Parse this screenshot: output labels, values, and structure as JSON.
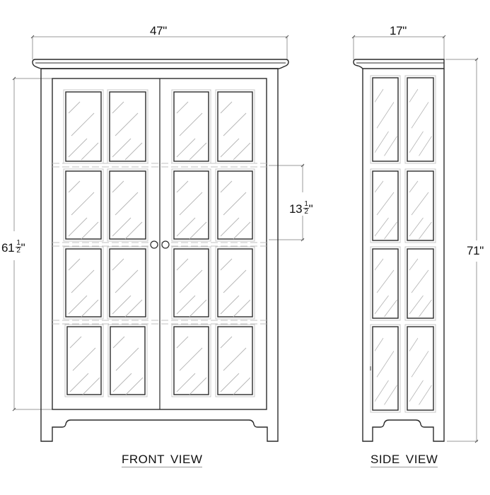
{
  "drawing": {
    "title": "Glass door cabinet dimension drawing",
    "views": {
      "front": {
        "label": "FRONT VIEW",
        "width_label": "47\"",
        "height_whole": "61",
        "height_frac_num": "1",
        "height_frac_den": "2",
        "height_unit": "\"",
        "panel_height_whole": "13",
        "panel_height_frac_num": "1",
        "panel_height_frac_den": "2",
        "panel_height_unit": "\"",
        "doors": 2,
        "panels_per_door": 8,
        "handles": 2
      },
      "side": {
        "label": "SIDE VIEW",
        "width_label": "17\"",
        "height_label": "71\"",
        "panels": 8
      }
    },
    "colors": {
      "line": "#2a2a2a",
      "dim_line": "#9a9a9a",
      "panel_outline": "#c8c8c8",
      "glass_hatch": "#b5b5b5",
      "background": "#ffffff"
    }
  }
}
